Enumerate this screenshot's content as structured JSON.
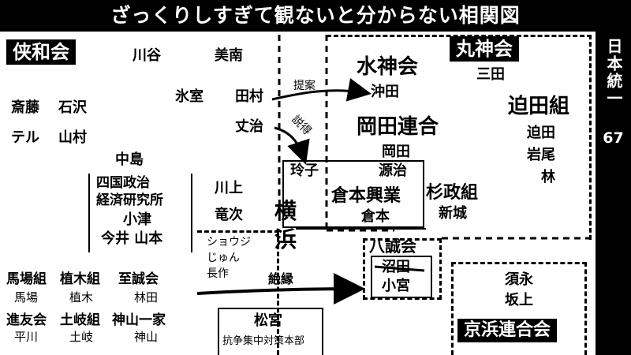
{
  "title": "ざっくりしすぎて観ないと分からない相関図",
  "side": {
    "top": "日本統一",
    "number": "67"
  },
  "groups": {
    "kyowa": "侠和会",
    "marushin": "丸神会",
    "keihin": "京浜連合会"
  },
  "people": {
    "kawatani": "川谷",
    "minami": "美南",
    "himuro": "氷室",
    "tamura": "田村",
    "saito": "斎藤",
    "ishizawa": "石沢",
    "teru": "テル",
    "yamamura": "山村",
    "joji": "丈治",
    "nakajima": "中島",
    "kawakami": "川上",
    "ryuji": "竜次",
    "reiko": "玲子",
    "genji": "源治",
    "okita": "沖田",
    "mita": "三田",
    "okada": "岡田",
    "sakota": "迫田",
    "iwao": "岩尾",
    "hayashi": "林",
    "shinjo": "新城",
    "kuramoto": "倉本",
    "baba": "馬場",
    "ueki": "植木",
    "hayashida": "林田",
    "hirakawa": "平川",
    "dokki": "土岐",
    "kamiyama": "神山",
    "sunaga": "須永",
    "sakagami": "坂上",
    "numata": "沼田",
    "komiya": "小宮"
  },
  "orgs": {
    "suijinkai": "水神会",
    "okada_rengo": "岡田連合",
    "sakota_gumi": "迫田組",
    "sugimasa_gumi": "杉政組",
    "kuramoto_kogyo": "倉本興業",
    "yokohama_1": "横",
    "yokohama_2": "浜",
    "shikoku_1": "四国政治",
    "shikoku_2": "経済研究所",
    "ozu": "小津",
    "imai_yamamoto": "今井 山本",
    "shoji_1": "ショウジ",
    "shoji_2": "じゅん",
    "shoji_3": "長作",
    "hasseikai": "八誠会",
    "babagumi": "馬場組",
    "uekigumi": "植木組",
    "shiseikai": "至誠会",
    "shinyukai": "進友会",
    "tokigumi": "土岐組",
    "kamiyama_ikka": "神山一家",
    "matsumiya": "松宮",
    "kosou": "抗争集中対策本部"
  },
  "relations": {
    "teian": "提案",
    "settoku": "説得",
    "zetsuen": "絶縁"
  }
}
